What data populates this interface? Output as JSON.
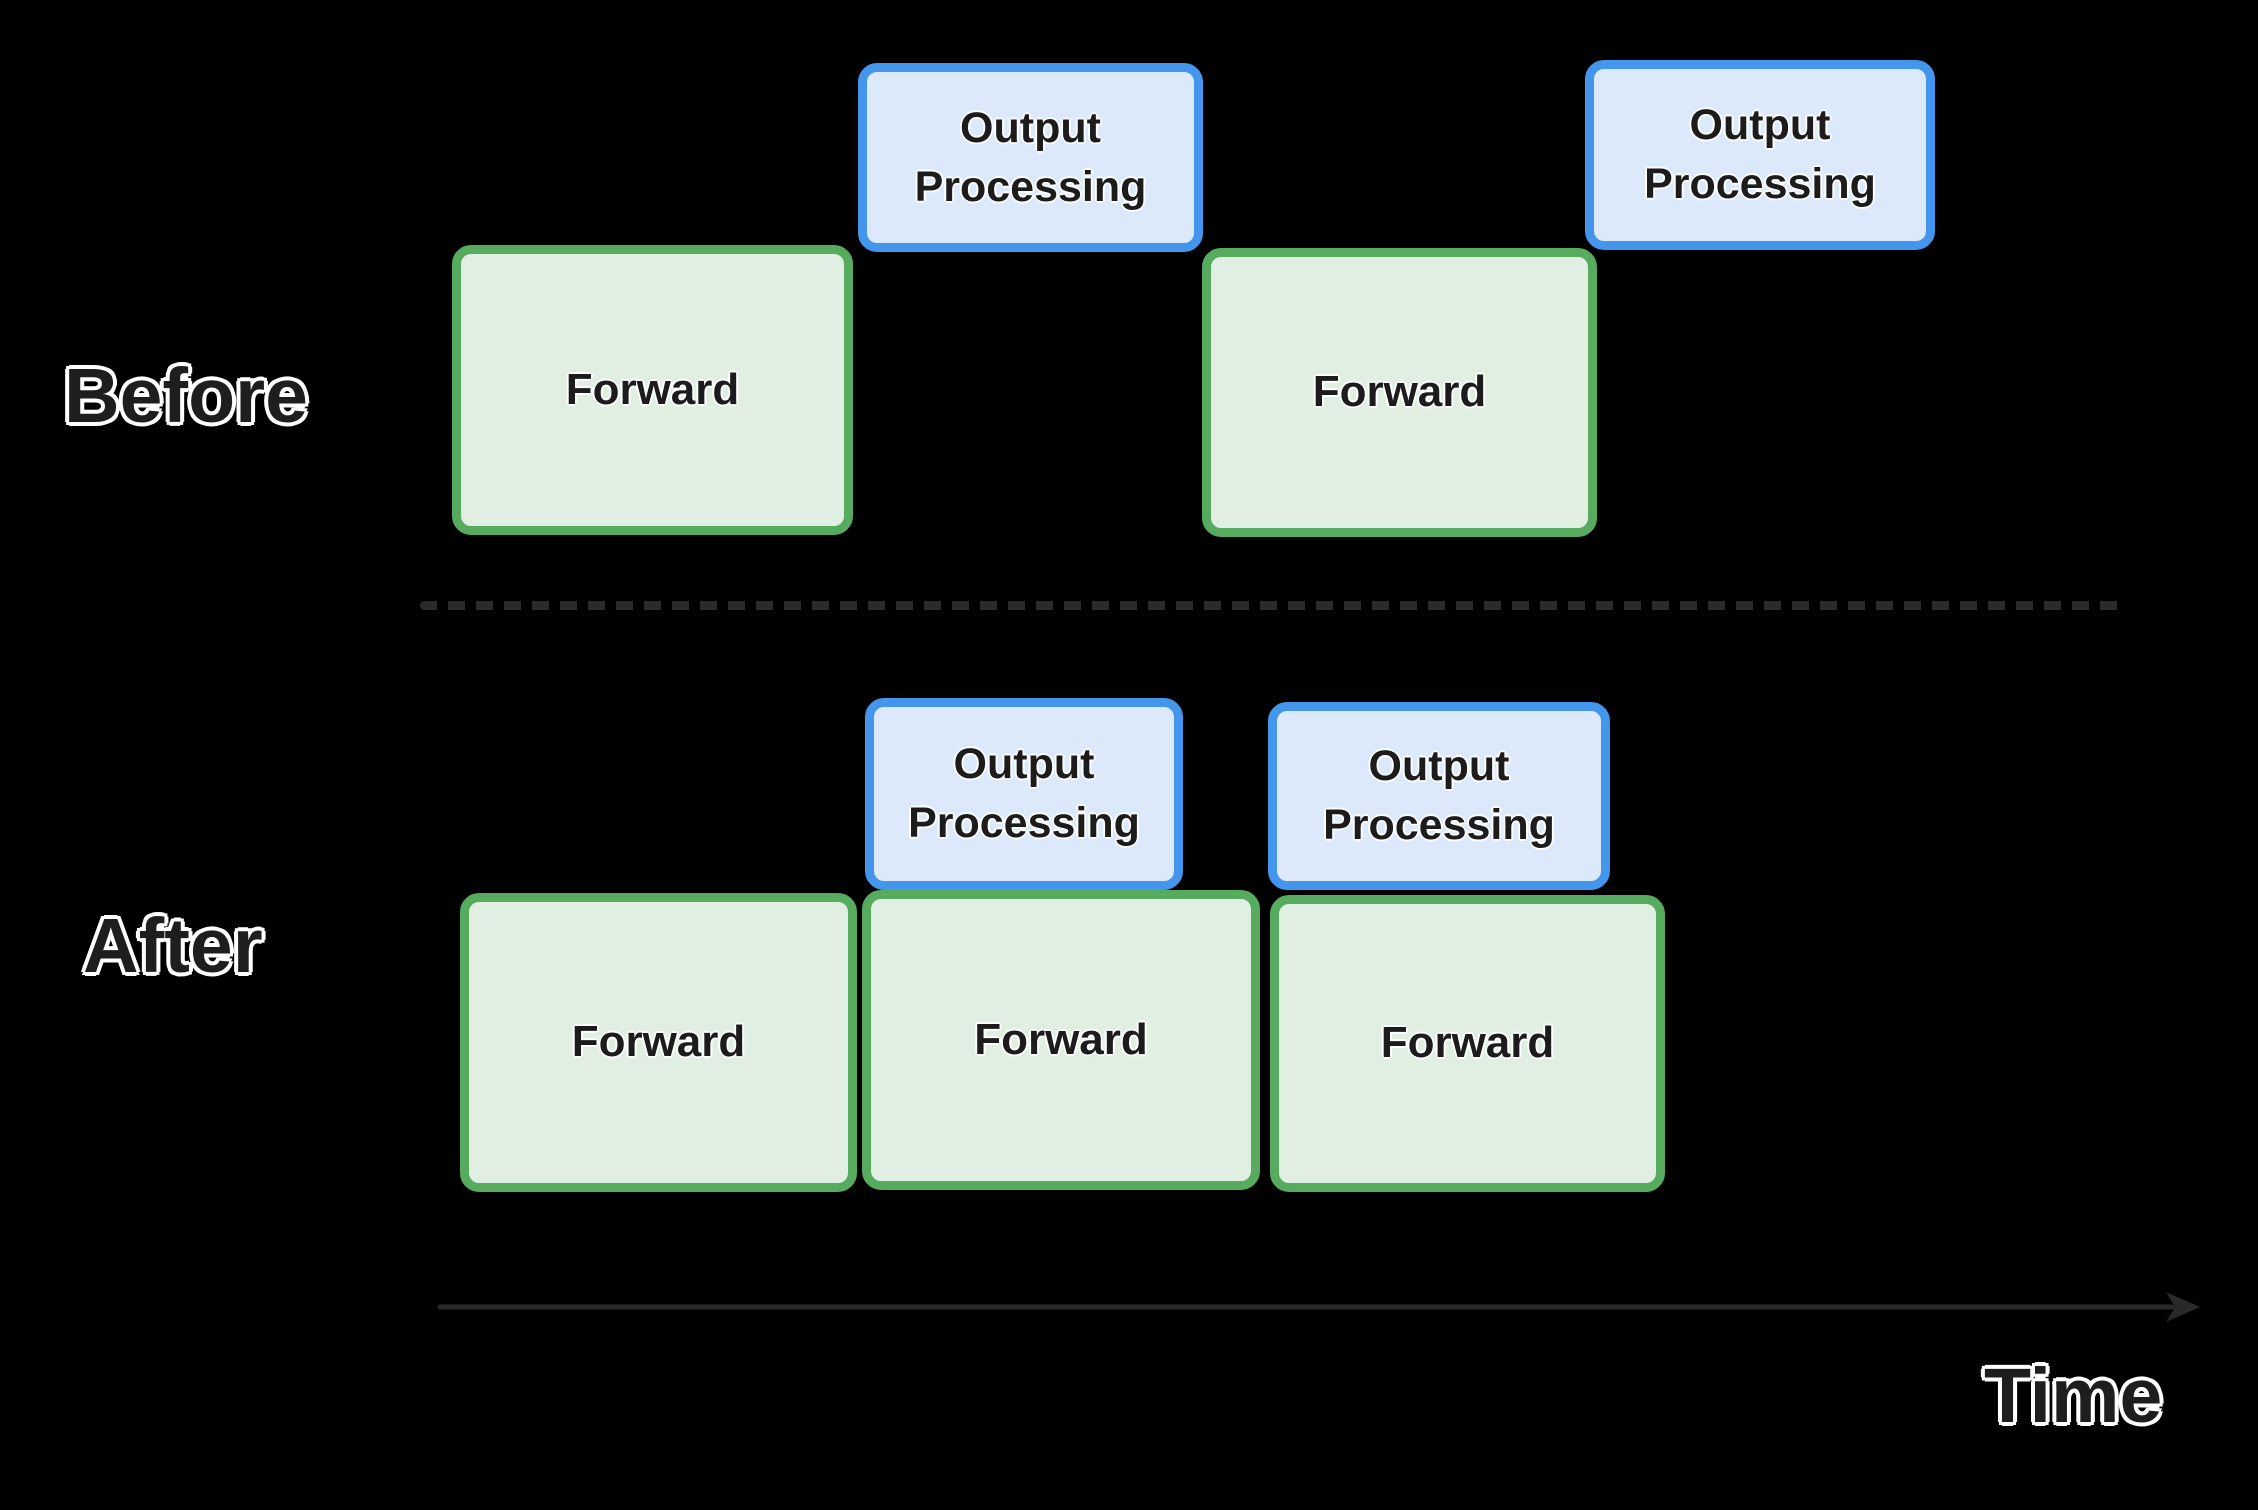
{
  "diagram": {
    "section_labels": {
      "before": "Before",
      "after": "After"
    },
    "axis": {
      "label": "Time"
    },
    "rows": {
      "before": {
        "blocks": [
          {
            "kind": "forward",
            "label": "Forward"
          },
          {
            "kind": "forward",
            "label": "Forward"
          },
          {
            "kind": "output",
            "label": "Output Processing"
          },
          {
            "kind": "output",
            "label": "Output Processing"
          }
        ]
      },
      "after": {
        "blocks": [
          {
            "kind": "forward",
            "label": "Forward"
          },
          {
            "kind": "forward",
            "label": "Forward"
          },
          {
            "kind": "forward",
            "label": "Forward"
          },
          {
            "kind": "output",
            "label": "Output Processing"
          },
          {
            "kind": "output",
            "label": "Output Processing"
          }
        ]
      }
    },
    "colors": {
      "background": "#000000",
      "forward_fill": "#e0efe2",
      "forward_border": "#57ab5e",
      "output_fill": "#dbe9fa",
      "output_border": "#4496ec",
      "divider": "#2b2b2b",
      "arrow": "#292929",
      "label_fill": "#1e1e1e"
    }
  }
}
